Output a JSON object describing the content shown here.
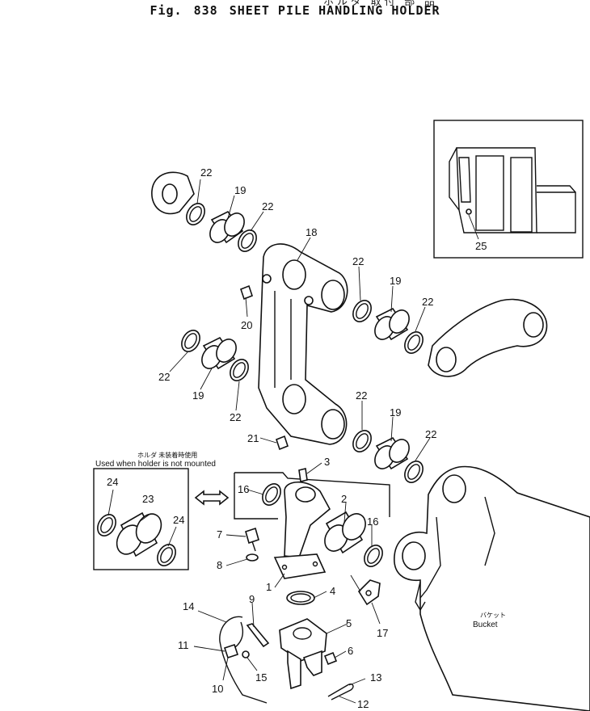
{
  "header": {
    "japanese_title": "ホルダ 取付 部 品",
    "fig_label": "Fig.",
    "fig_number": "838",
    "title": "SHEET PILE HANDLING HOLDER"
  },
  "notes": {
    "holder_jp": "ホルダ 未装着時使用",
    "holder_en": "Used when holder is not mounted",
    "bucket_jp": "バケット",
    "bucket_en": "Bucket"
  },
  "callouts": {
    "c1": "1",
    "c2": "2",
    "c3": "3",
    "c4": "4",
    "c5": "5",
    "c6": "6",
    "c7": "7",
    "c8": "8",
    "c9": "9",
    "c10": "10",
    "c11": "11",
    "c12": "12",
    "c13": "13",
    "c14": "14",
    "c15": "15",
    "c16a": "16",
    "c16b": "16",
    "c17": "17",
    "c18": "18",
    "c19a": "19",
    "c19b": "19",
    "c19c": "19",
    "c19d": "19",
    "c20": "20",
    "c21": "21",
    "c22a": "22",
    "c22b": "22",
    "c22c": "22",
    "c22d": "22",
    "c22e": "22",
    "c22f": "22",
    "c22g": "22",
    "c22h": "22",
    "c23": "23",
    "c24a": "24",
    "c24b": "24",
    "c25": "25"
  }
}
